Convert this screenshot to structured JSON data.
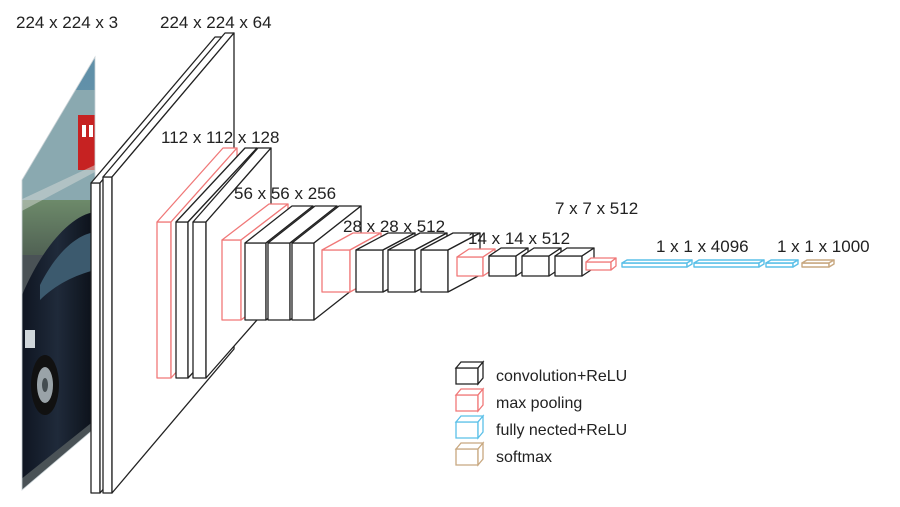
{
  "diagram": {
    "labels": {
      "input": "224 x 224 x 3",
      "conv1": "224 x 224 x 64",
      "conv2": "112 x 112 x 128",
      "conv3": "56 x 56 x 256",
      "conv4": "28 x 28 x 512",
      "conv5": "14 x 14 x 512",
      "pool5": "7 x 7 x 512",
      "fc": "1 x 1 x 4096",
      "softmax": "1 x 1 x 1000"
    },
    "legend": [
      {
        "type": "conv",
        "label": "convolution+ReLU",
        "color": "#222222"
      },
      {
        "type": "pool",
        "label": "max pooling",
        "color": "#f07878"
      },
      {
        "type": "fc",
        "label": "fully nected+ReLU",
        "color": "#5bc0e8"
      },
      {
        "type": "softmax",
        "label": "softmax",
        "color": "#c8a880"
      }
    ],
    "colors": {
      "conv": "#222222",
      "pool": "#f07878",
      "fc": "#5bc0e8",
      "softmax": "#c8a880",
      "text": "#222222"
    }
  }
}
